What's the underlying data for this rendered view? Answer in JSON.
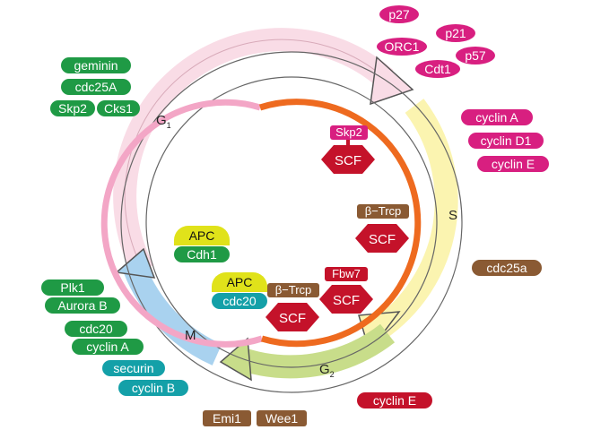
{
  "phases": {
    "g1": "G",
    "g1_sub": "1",
    "s": "S",
    "g2": "G",
    "g2_sub": "2",
    "m": "M"
  },
  "g1_left_labels": [
    "geminin",
    "cdc25A",
    "Skp2",
    "Cks1"
  ],
  "inhibitors": [
    "p27",
    "p21",
    "ORC1",
    "p57",
    "Cdt1"
  ],
  "right_cyclins": [
    "cyclin A",
    "cyclin D1",
    "cyclin E"
  ],
  "cdc25a_label": "cdc25a",
  "m_left_labels": [
    "Plk1",
    "Aurora B",
    "cdc20",
    "cyclin A",
    "securin",
    "cyclin B"
  ],
  "bottom_labels": {
    "emi1": "Emi1",
    "wee1": "Wee1",
    "cyclin_e": "cyclin E"
  },
  "complexes": {
    "apc_cdh1": {
      "top": "APC",
      "bottom": "Cdh1"
    },
    "apc_cdc20": {
      "top": "APC",
      "bottom": "cdc20"
    },
    "scf_skp2": {
      "adaptor": "Skp2",
      "core": "SCF"
    },
    "scf_btrcp_right": {
      "adaptor": "β−Trcp",
      "core": "SCF"
    },
    "scf_fbw7": {
      "adaptor": "Fbw7",
      "core": "SCF"
    },
    "scf_btrcp_left": {
      "adaptor": "β−Trcp",
      "core": "SCF"
    }
  },
  "colors": {
    "g1_arrow": "#f9dce6",
    "s_arrow": "#fbf4b0",
    "g2_arrow": "#c8dd8a",
    "m_arrow": "#a9d2ef",
    "apc_ring": "#f3a6c6",
    "scf_ring": "#ee6a1f",
    "green": "#1f9a45",
    "teal": "#14a0a8",
    "magenta": "#d81f80",
    "brown": "#8a5a33",
    "red": "#c4122a",
    "apc": "#e0e21a"
  }
}
